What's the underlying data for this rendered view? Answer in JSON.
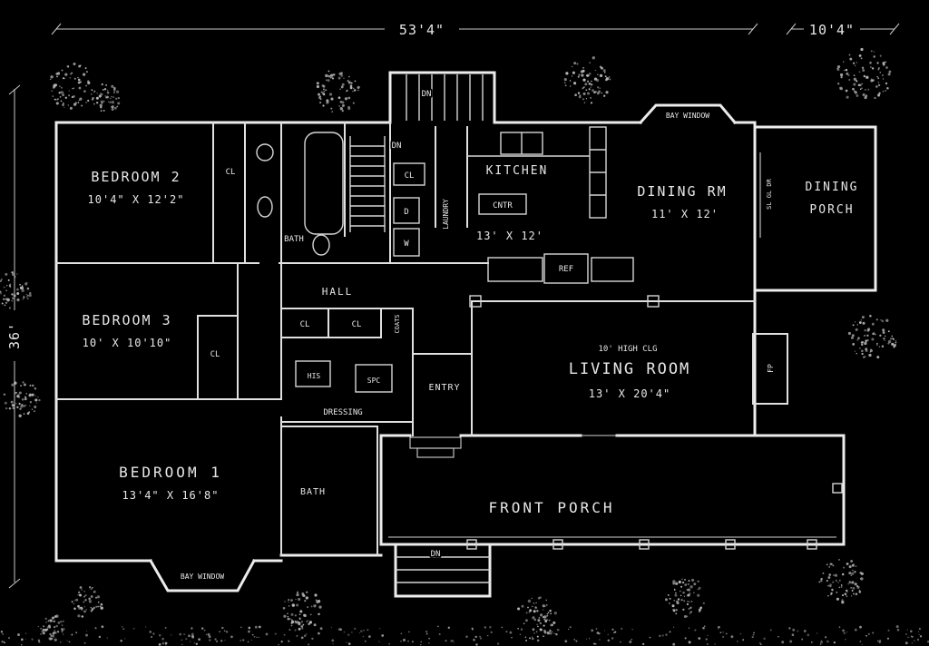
{
  "dims": {
    "top": "53'4\"",
    "top_right": "10'4\"",
    "left": "36'"
  },
  "rooms": {
    "bedroom2": {
      "name": "BEDROOM 2",
      "size": "10'4\" X 12'2\""
    },
    "bedroom3": {
      "name": "BEDROOM 3",
      "size": "10' X 10'10\""
    },
    "bedroom1": {
      "name": "BEDROOM 1",
      "size": "13'4\" X 16'8\""
    },
    "kitchen": {
      "name": "KITCHEN",
      "size": "13' X 12'"
    },
    "dining": {
      "name": "DINING RM",
      "size": "11' X 12'"
    },
    "dining_porch": {
      "line1": "DINING",
      "line2": "PORCH"
    },
    "living": {
      "clg": "10' HIGH CLG",
      "name": "LIVING ROOM",
      "size": "13' X 20'4\""
    },
    "front_porch": "FRONT PORCH",
    "hall": "HALL",
    "entry": "ENTRY",
    "dressing": "DRESSING",
    "bath_upper": "BATH",
    "bath_lower": "BATH",
    "laundry": "LAUNDRY"
  },
  "labels": {
    "bay_window": "BAY WINDOW",
    "dn": "DN",
    "cl": "CL",
    "cntr": "CNTR",
    "ref": "REF",
    "fp": "FP",
    "washer": "W",
    "dryer": "D",
    "his": "HIS",
    "spc": "SPC",
    "coats": "COATS",
    "sl_gl_dr": "SL GL DR"
  }
}
